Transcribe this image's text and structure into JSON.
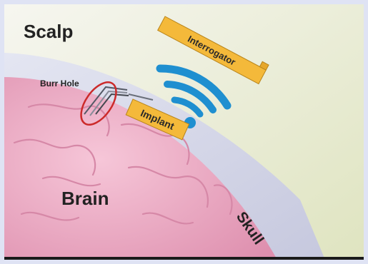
{
  "labels": {
    "scalp": "Scalp",
    "burr_hole": "Burr Hole",
    "interrogator": "Interrogator",
    "implant": "Implant",
    "brain": "Brain",
    "skull": "Skull"
  },
  "colors": {
    "frame": "#dfe3f4",
    "scalp": "#ecefd6",
    "skull": "#d2d3e6",
    "brain": "#efaac4",
    "device": "#f4b93a",
    "wireless": "#1f8fd0",
    "burr_circle": "#cc2a2a"
  },
  "icons": {
    "wireless_signal": "wifi-icon"
  }
}
